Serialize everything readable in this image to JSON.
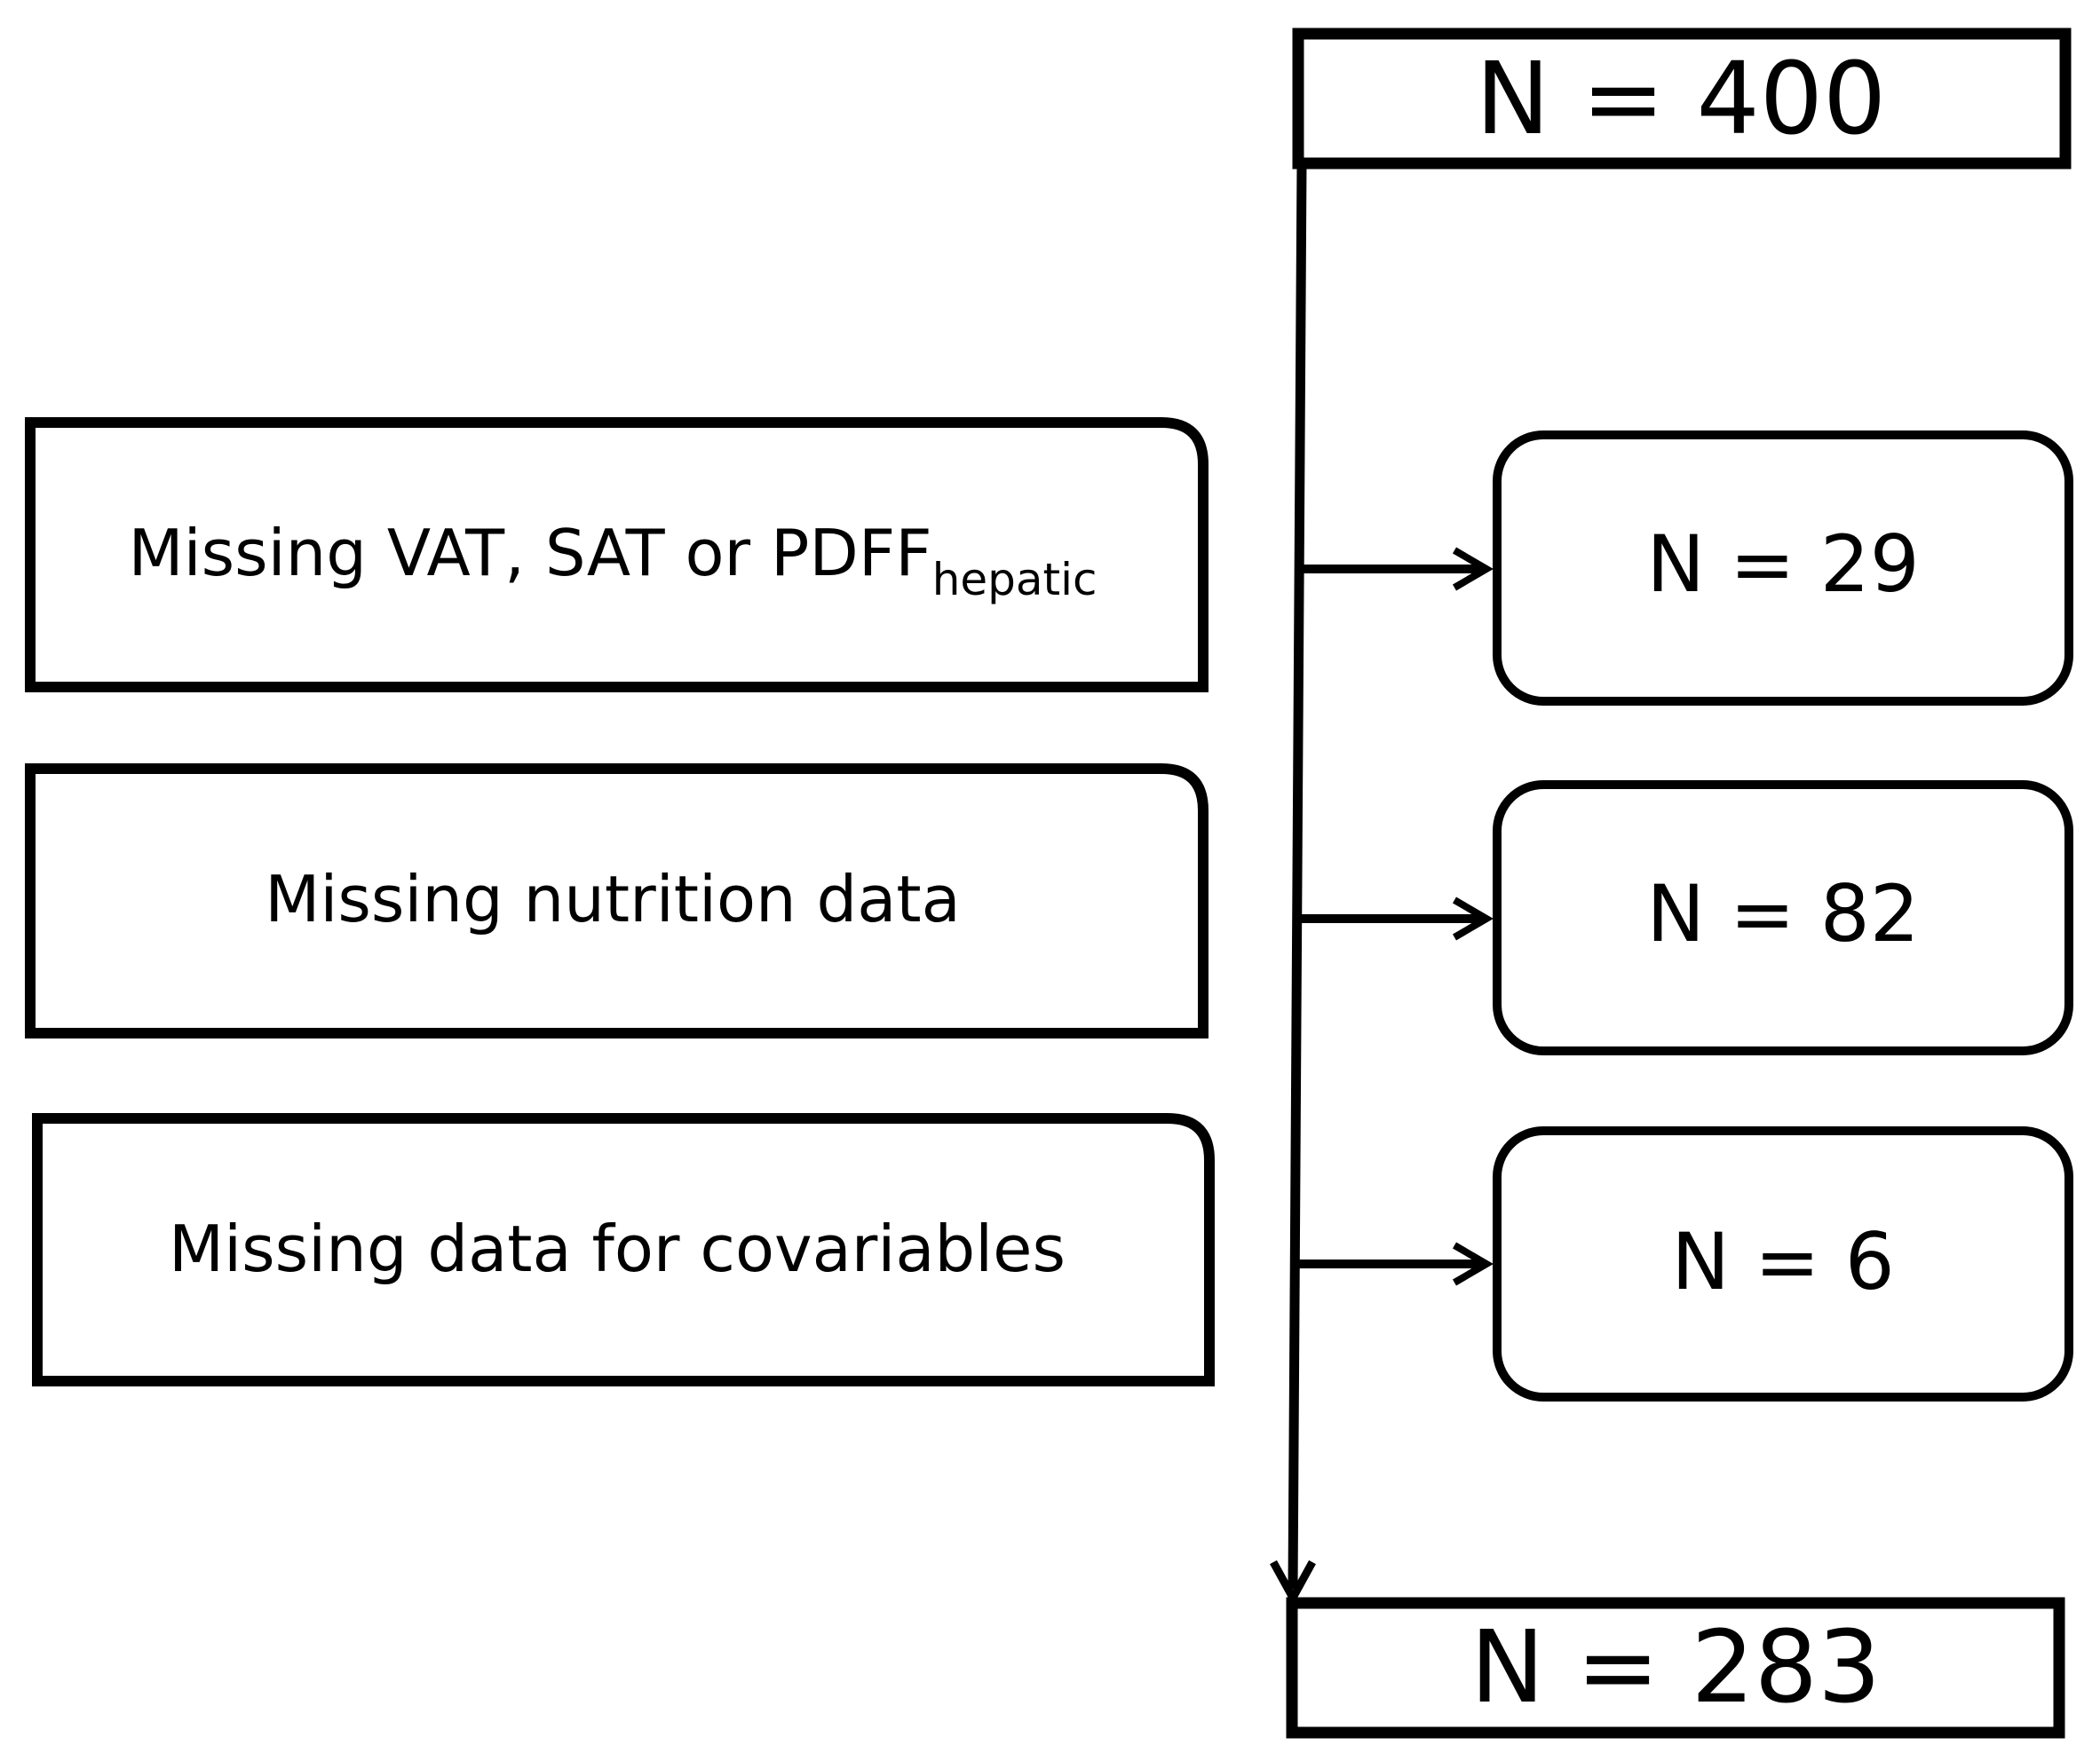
{
  "flowchart": {
    "start": {
      "label": "N = 400"
    },
    "end": {
      "label": "N = 283"
    },
    "exclusions": [
      {
        "reason": "Missing VAT, SAT or PDFF",
        "reason_subscript": "hepatic",
        "count": "N = 29"
      },
      {
        "reason": "Missing nutrition data",
        "reason_subscript": "",
        "count": "N = 82"
      },
      {
        "reason": "Missing data for covariables",
        "reason_subscript": "",
        "count": "N = 6"
      }
    ],
    "colors": {
      "stroke": "#000000",
      "fill": "#ffffff",
      "text": "#000000"
    }
  }
}
